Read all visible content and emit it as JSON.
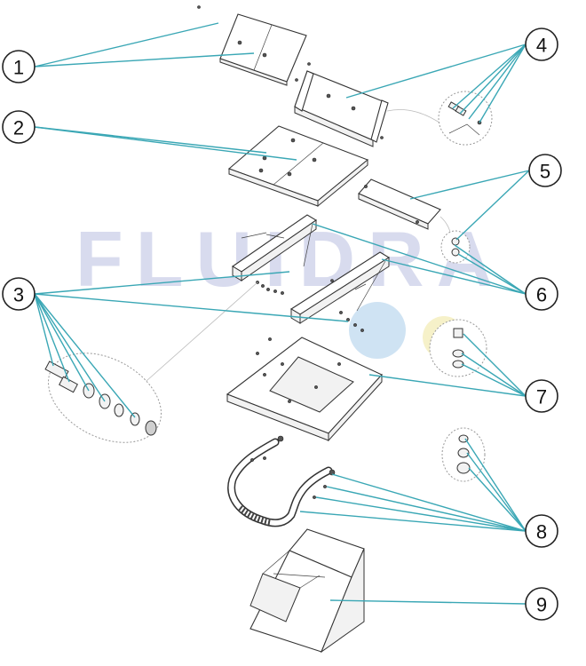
{
  "watermark": {
    "text": "FLUIDRA"
  },
  "callouts": [
    {
      "id": "callout-1",
      "label": "1"
    },
    {
      "id": "callout-2",
      "label": "2"
    },
    {
      "id": "callout-3",
      "label": "3"
    },
    {
      "id": "callout-4",
      "label": "4"
    },
    {
      "id": "callout-5",
      "label": "5"
    },
    {
      "id": "callout-6",
      "label": "6"
    },
    {
      "id": "callout-7",
      "label": "7"
    },
    {
      "id": "callout-8",
      "label": "8"
    },
    {
      "id": "callout-9",
      "label": "9"
    }
  ],
  "colors": {
    "leader": "#3aa7b5",
    "watermark": "#d8dbee",
    "watermark_accent_blue": "#cfe3f3",
    "watermark_accent_yellow": "#f6f1c9"
  }
}
